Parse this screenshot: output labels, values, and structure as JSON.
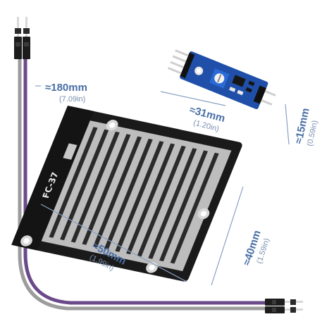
{
  "product": {
    "sensor_board_label": "FC-37"
  },
  "dimensions": {
    "cable_length": {
      "main": "≈180mm",
      "sub": "(7.09in)"
    },
    "module_length": {
      "main": "≈31mm",
      "sub": "(1.20in)"
    },
    "module_width": {
      "main": "≈15mm",
      "sub": "(0.59in)"
    },
    "board_width": {
      "main": "≈50mm",
      "sub": "(1.99in)"
    },
    "board_height": {
      "main": "≈40mm",
      "sub": "(1.59in)"
    }
  },
  "colors": {
    "dimension_text": "#4a6fa5",
    "pcb_blue": "#1f4fa8",
    "pcb_black": "#1a1a1a",
    "wire_purple": "#6b4a8a",
    "wire_gray": "#a8a8a8",
    "trace_silver": "#c8c8c8"
  }
}
